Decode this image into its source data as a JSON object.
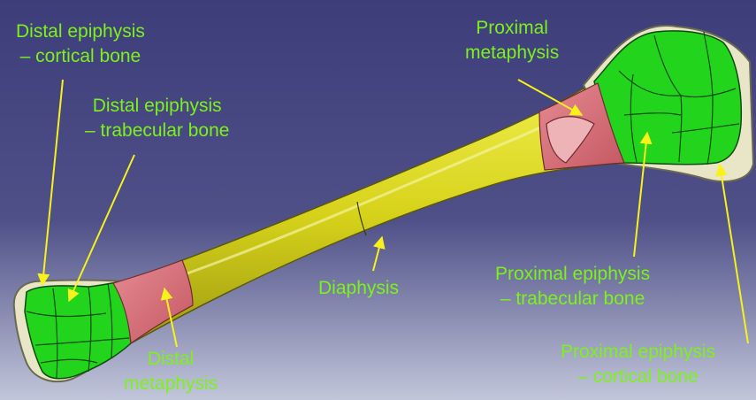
{
  "colors": {
    "label": "#7CF21A",
    "arrow": "#F7F21A",
    "cortical": "#22D51C",
    "trabecular_cap": "#E9E6C7",
    "metaphysis": "#D86A75",
    "diaphysis": "#DCD81B",
    "background_top": "#3D3D7A",
    "background_bottom": "#C2C6DA"
  },
  "labels": {
    "distal_epiphysis_cortical": [
      "Distal epiphysis",
      "– cortical bone"
    ],
    "distal_epiphysis_trabecular": [
      "Distal epiphysis",
      "– trabecular bone"
    ],
    "proximal_metaphysis": [
      "Proximal",
      "metaphysis"
    ],
    "diaphysis": [
      "Diaphysis"
    ],
    "distal_metaphysis": [
      "Distal",
      "metaphysis"
    ],
    "proximal_epiphysis_trabecular": [
      "Proximal epiphysis",
      "– trabecular bone"
    ],
    "proximal_epiphysis_cortical": [
      "Proximal epiphysis",
      "– cortical bone"
    ]
  }
}
